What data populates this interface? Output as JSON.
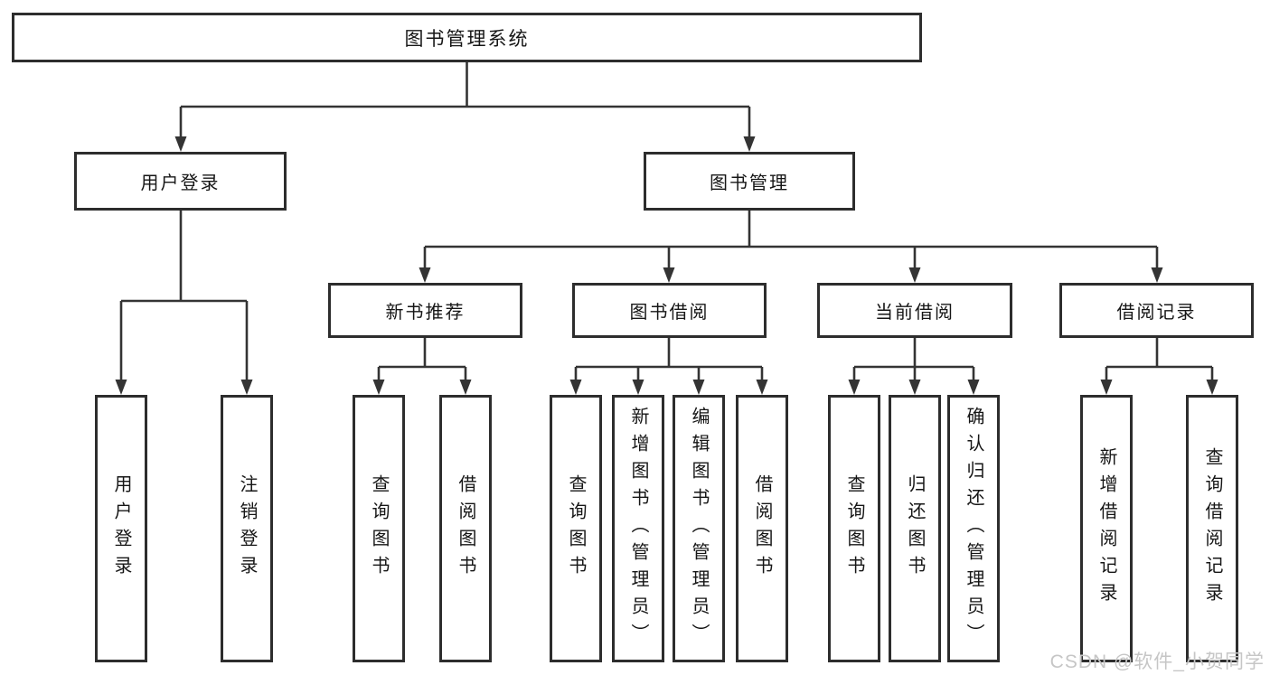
{
  "diagram": {
    "type": "tree",
    "colors": {
      "line": "#343434",
      "box_border": "#2d2d2d",
      "box_background": "#ffffff",
      "text": "#161616",
      "watermark": "#c6c6c6"
    },
    "tree": {
      "label": "图书管理系统",
      "children": [
        {
          "label": "用户登录",
          "children": [
            {
              "label": "用户登录"
            },
            {
              "label": "注销登录"
            }
          ]
        },
        {
          "label": "图书管理",
          "children": [
            {
              "label": "新书推荐",
              "children": [
                {
                  "label": "查询图书"
                },
                {
                  "label": "借阅图书"
                }
              ]
            },
            {
              "label": "图书借阅",
              "children": [
                {
                  "label": "查询图书"
                },
                {
                  "label": "新增图书（管理员）"
                },
                {
                  "label": "编辑图书（管理员）"
                },
                {
                  "label": "借阅图书"
                }
              ]
            },
            {
              "label": "当前借阅",
              "children": [
                {
                  "label": "查询图书"
                },
                {
                  "label": "归还图书"
                },
                {
                  "label": "确认归还（管理员）"
                }
              ]
            },
            {
              "label": "借阅记录",
              "children": [
                {
                  "label": "新增借阅记录"
                },
                {
                  "label": "查询借阅记录"
                }
              ]
            }
          ]
        }
      ]
    },
    "watermark": {
      "text": "CSDN @软件_小贺同学"
    }
  }
}
